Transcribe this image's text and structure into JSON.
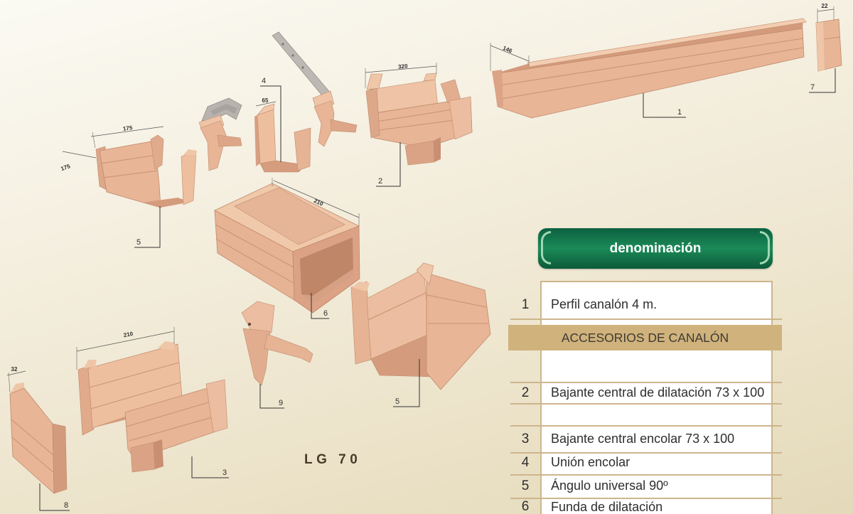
{
  "model_label": "LG 70",
  "colors": {
    "background": "#f1ead6",
    "part_face": "#e8b596",
    "header_green": "#13734a",
    "section_band": "#cfb27c",
    "rule": "#cdb58c",
    "text": "#2e2e2e"
  },
  "table": {
    "header": "denominación",
    "section_title": "ACCESORIOS DE CANALÓN",
    "rows": [
      {
        "num": "1",
        "label": "Perfil canalón 4 m."
      },
      {
        "num": "2",
        "label": "Bajante central de dilatación 73 x 100"
      },
      {
        "num": "3",
        "label": "Bajante central encolar 73 x 100"
      },
      {
        "num": "4",
        "label": "Unión encolar"
      },
      {
        "num": "5",
        "label": "Ángulo universal 90º"
      },
      {
        "num": "6",
        "label": "Funda de dilatación"
      }
    ]
  },
  "diagram": {
    "callouts": [
      "1",
      "2",
      "3",
      "4",
      "5",
      "5",
      "6",
      "7",
      "8",
      "9"
    ],
    "dimension_labels": [
      "175",
      "175",
      "65",
      "320",
      "146",
      "22",
      "210",
      "210",
      "32"
    ]
  }
}
